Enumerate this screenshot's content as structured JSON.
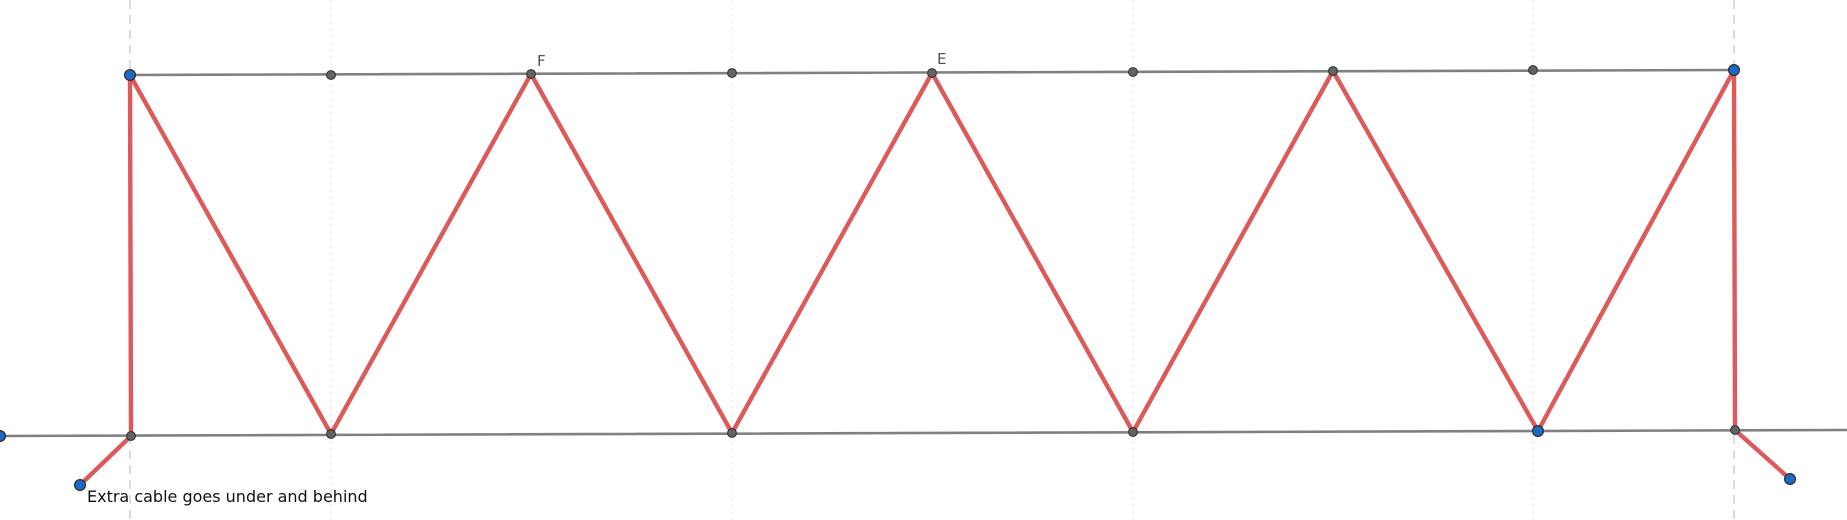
{
  "labels": {
    "node_f": "F",
    "node_e": "E",
    "note": "Extra cable goes under and behind"
  },
  "colors": {
    "background": "#ffffff",
    "chord": "#808080",
    "member": "#dc5a5a",
    "guide_dark": "#c4c4c4",
    "guide_faint": "#e2e2e2",
    "point_gray": "#636363",
    "point_blue": "#1c6ac6",
    "point_stroke": "#2b2b2b",
    "label_text": "#555555",
    "note_text": "#111111"
  }
}
